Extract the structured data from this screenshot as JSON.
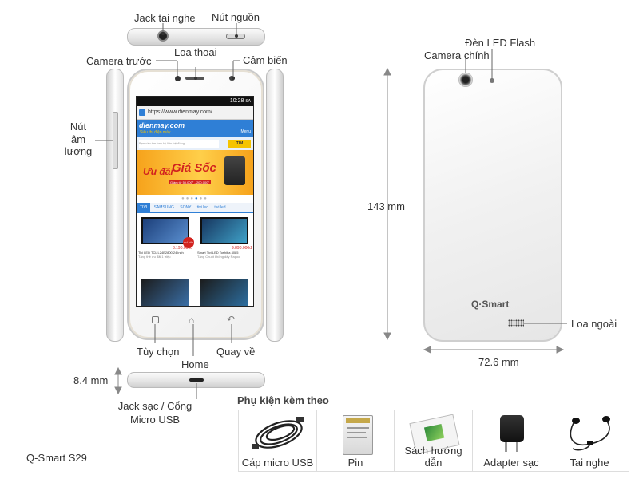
{
  "labels": {
    "headphone_jack": "Jack tai nghe",
    "power_button": "Nút nguồn",
    "front_camera": "Camera trước",
    "earpiece": "Loa thoại",
    "sensor": "Cảm biến",
    "volume_line1": "Nút",
    "volume_line2": "âm",
    "volume_line3": "lượng",
    "options": "Tùy chọn",
    "home": "Home",
    "back": "Quay về",
    "thickness": "8.4 mm",
    "charging_line1": "Jack sạc / Cổng",
    "charging_line2": "Micro USB",
    "model": "Q-Smart S29",
    "led_flash": "Đèn LED Flash",
    "main_camera": "Camera chính",
    "height": "143 mm",
    "loudspeaker": "Loa ngoài",
    "width": "72.6 mm",
    "brand": "Q·Smart"
  },
  "accessories": {
    "title": "Phụ kiện kèm theo",
    "items": [
      {
        "name": "Cáp micro USB",
        "icon": "usb-cable-icon"
      },
      {
        "name": "Pin",
        "icon": "battery-icon"
      },
      {
        "name": "Sách hướng dẫn",
        "icon": "manual-icon"
      },
      {
        "name": "Adapter sạc",
        "icon": "charger-icon"
      },
      {
        "name": "Tai nghe",
        "icon": "earphones-icon"
      }
    ]
  },
  "screen": {
    "time": "10:28",
    "ampm": "SA",
    "url": "https://www.dienmay.com/",
    "logo": "dienmay.com",
    "logo_sub": "Siêu thị điện máy",
    "menu": "Menu",
    "search_placeholder": "Bạn cần tìm hay ký liên hệ đồng",
    "search_button": "TÌM",
    "banner_line1": "Ưu đãi",
    "banner_line2": "Giá Sốc",
    "banner_small": "Giảm từ 50.000° - 200.000°",
    "tabs": [
      "TIVI",
      "SAMSUNG",
      "SONY",
      "tivi led",
      "tivi led"
    ],
    "products": [
      {
        "price": "3.190.000đ",
        "name": "Tivi LED TCL L24B2800 24 inch",
        "note": "Tặng thẻ ưu đãi 1 triệu"
      },
      {
        "price": "9.890.000đ",
        "name": "Smart Tivi LED Toshiba 40L5",
        "note": "Tặng Chuột không dây Rapoo"
      }
    ],
    "badge": "GIÁ TỐT"
  },
  "colors": {
    "accent_blue": "#2f7fd6",
    "banner_orange": "#f6a21b",
    "banner_red": "#d2231f",
    "logo_yellow": "#f5c400"
  }
}
